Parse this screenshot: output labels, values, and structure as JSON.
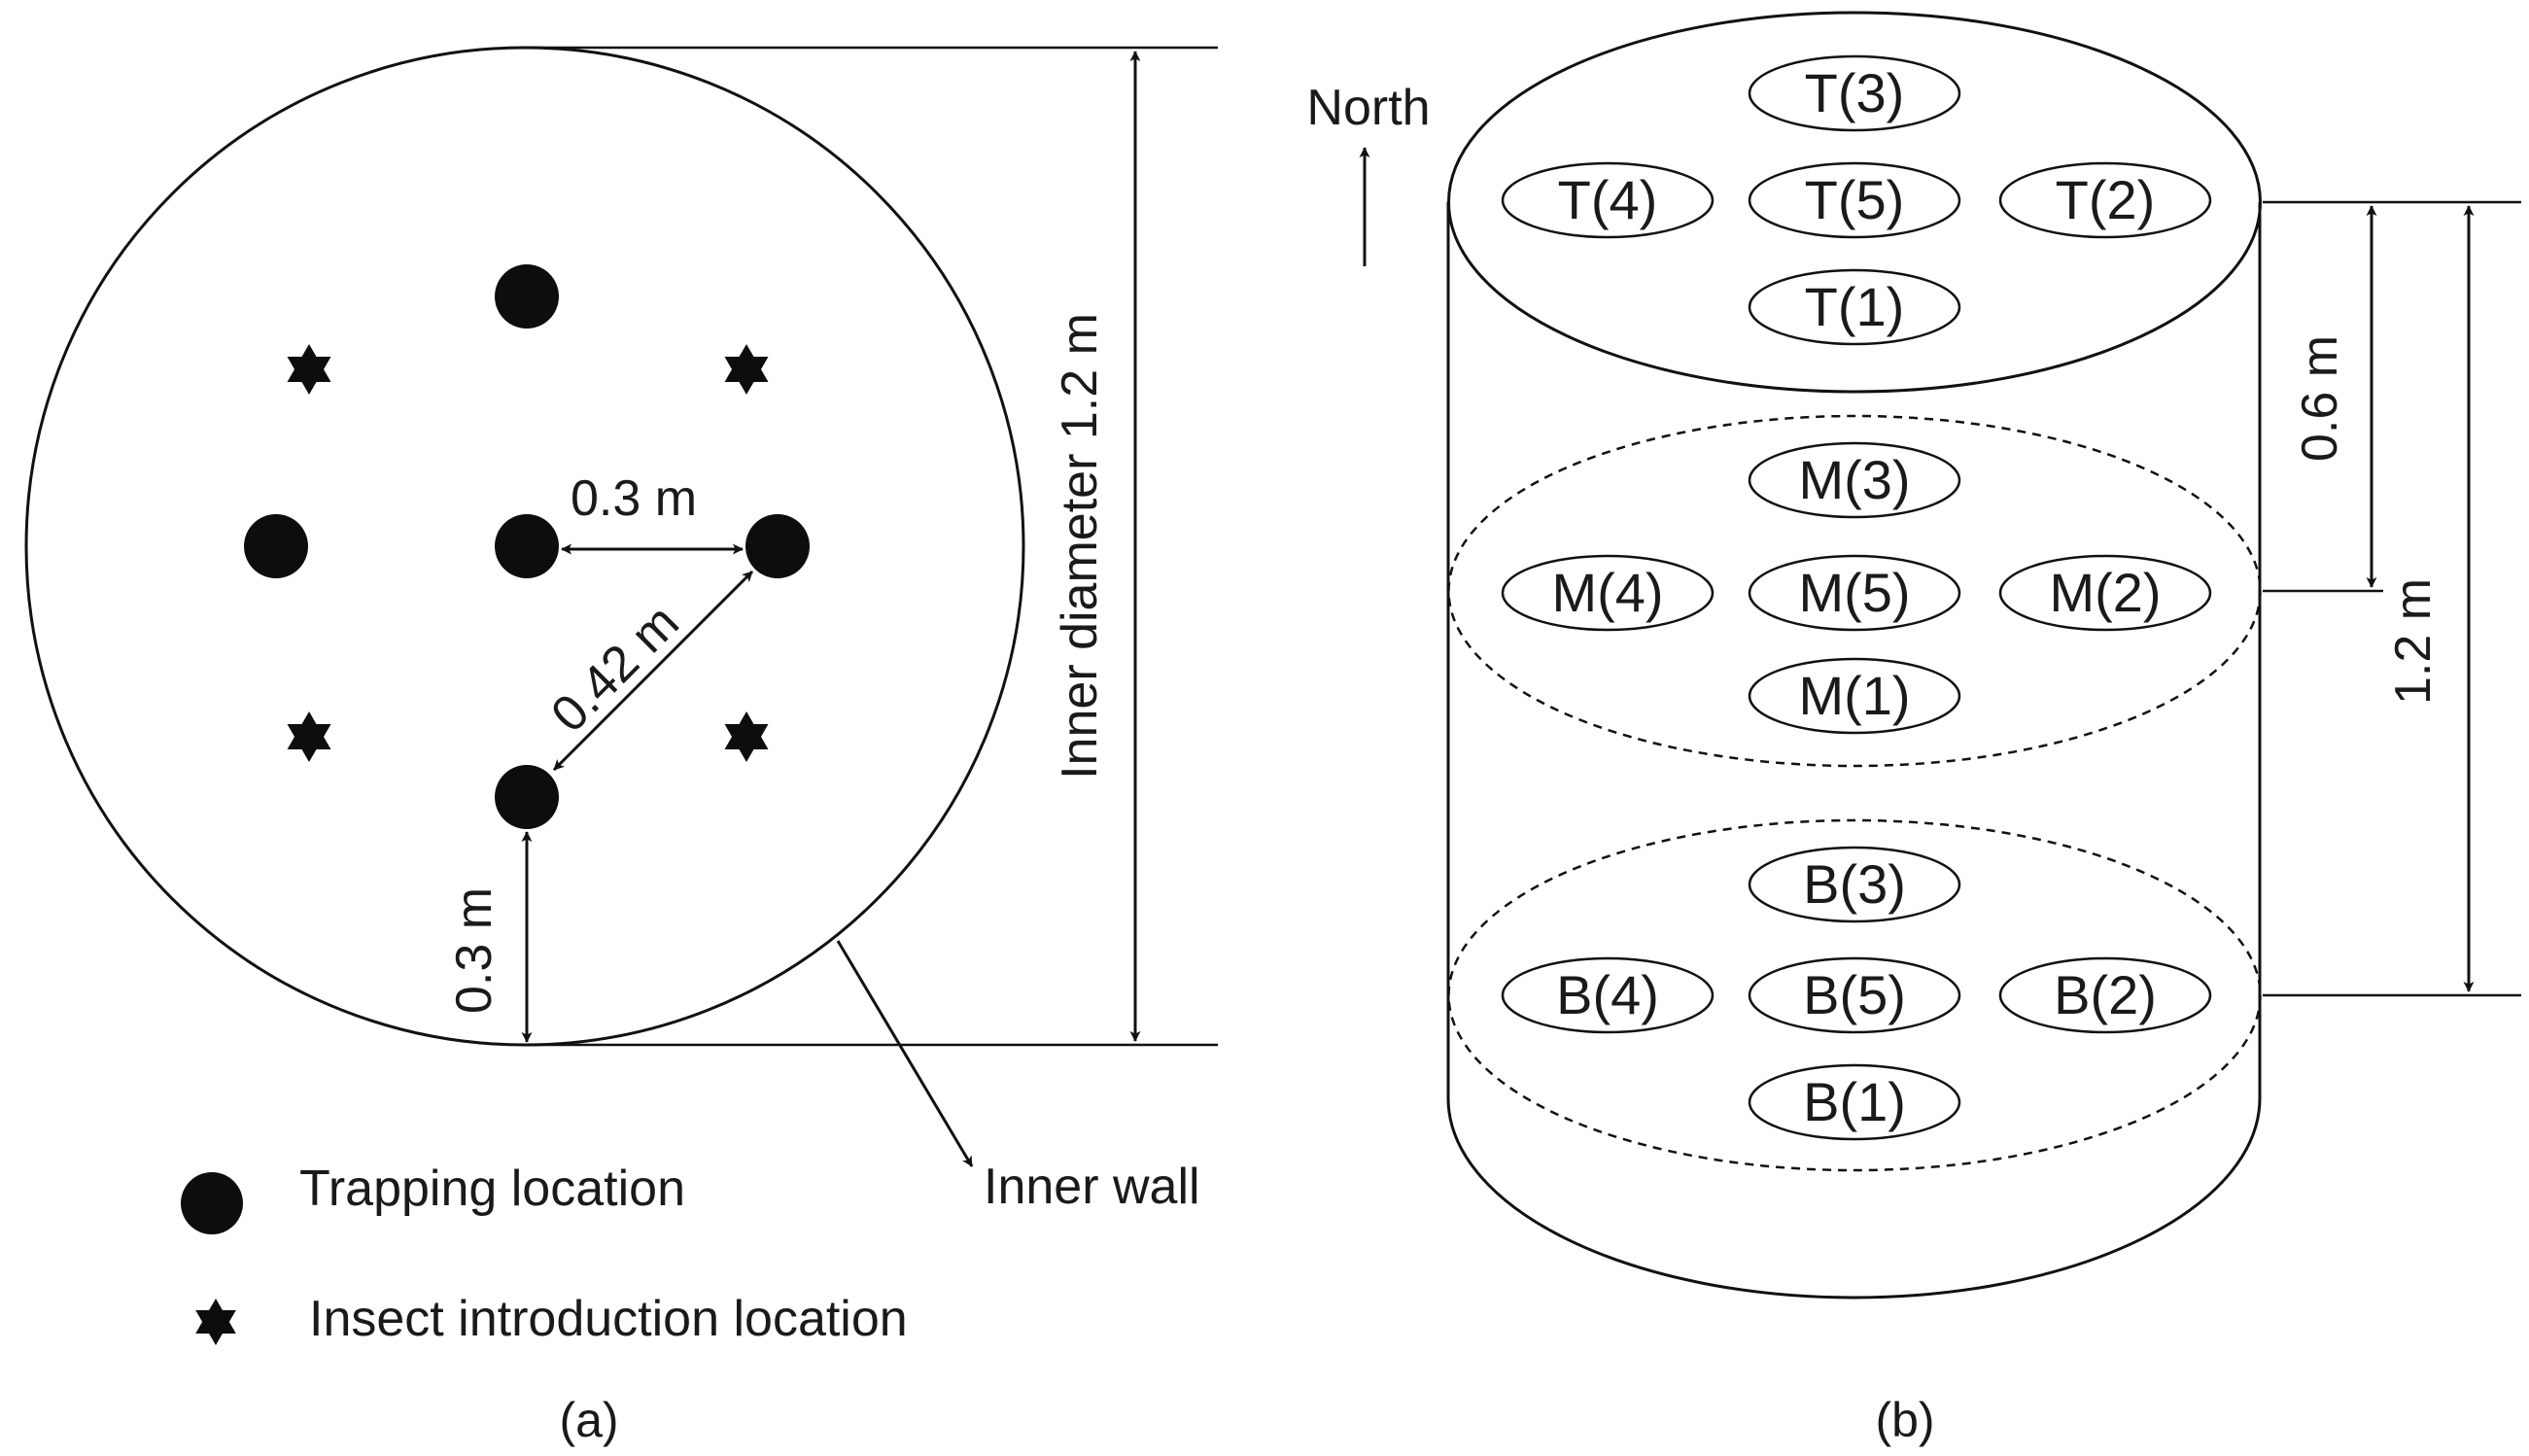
{
  "panel_a": {
    "caption": "(a)",
    "dim_inner_diameter": "Inner diameter 1.2 m",
    "dim_center_spacing": "0.3 m",
    "dim_diagonal_spacing": "0.42 m",
    "dim_wall_offset": "0.3 m",
    "inner_wall_label": "Inner wall",
    "legend": [
      {
        "symbol": "trap-dot",
        "label": "Trapping location"
      },
      {
        "symbol": "star",
        "label": "Insect introduction location"
      }
    ]
  },
  "panel_b": {
    "caption": "(b)",
    "north_label": "North",
    "dim_top_to_middle": "0.6 m",
    "dim_top_to_bottom": "1.2 m",
    "layers": [
      {
        "name": "top",
        "style": "solid",
        "positions": [
          "T(3)",
          "T(4)",
          "T(5)",
          "T(2)",
          "T(1)"
        ]
      },
      {
        "name": "middle",
        "style": "dashed",
        "positions": [
          "M(3)",
          "M(4)",
          "M(5)",
          "M(2)",
          "M(1)"
        ]
      },
      {
        "name": "bottom",
        "style": "dashed",
        "positions": [
          "B(3)",
          "B(4)",
          "B(5)",
          "B(2)",
          "B(1)"
        ]
      }
    ]
  }
}
